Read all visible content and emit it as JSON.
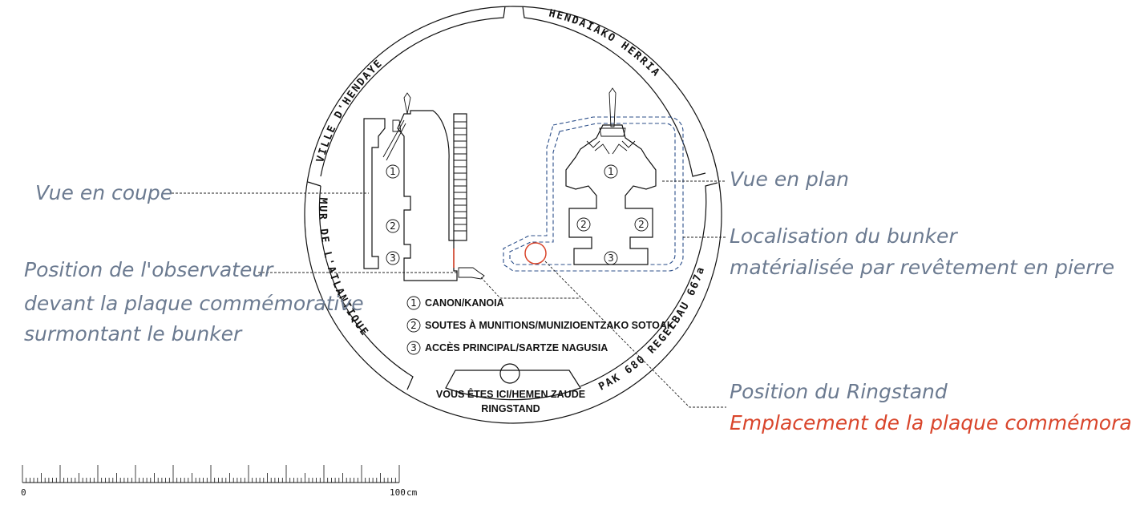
{
  "ring": {
    "top_left": "VILLE D'HENDAYE",
    "top_right": "HENDAIAKO HERRIA",
    "left": "MUR DE L'ATLANTIQUE",
    "right": "PAK 680 REGELBAU 667a"
  },
  "annotations": {
    "vue_coupe": "Vue en coupe",
    "observateur_1": "Position de l'observateur",
    "observateur_2": "devant la plaque commémorative",
    "observateur_3": "surmontant le bunker",
    "vue_plan": "Vue en plan",
    "localisation_1": "Localisation du bunker",
    "localisation_2": "matérialisée par revêtement en pierre",
    "ringstand": "Position du Ringstand",
    "emplacement": "Emplacement de la plaque commémorative"
  },
  "legend": [
    {
      "num": "1",
      "text": "CANON/KANOIA"
    },
    {
      "num": "2",
      "text": "SOUTES À MUNITIONS/MUNIZIOENTZAKO SOTOAK"
    },
    {
      "num": "3",
      "text": "ACCÈS PRINCIPAL/SARTZE NAGUSIA"
    }
  ],
  "here": {
    "line1": "VOUS ÊTES ICI/HEMEN ZAUDE",
    "line2": "RINGSTAND"
  },
  "section_numbers": [
    "1",
    "2",
    "3"
  ],
  "plan_numbers": [
    "1",
    "2",
    "2",
    "3"
  ],
  "scale": {
    "start": "0",
    "end": "100",
    "unit": "cm"
  },
  "colors": {
    "note": "#6b7a90",
    "note_red": "#d9452b",
    "plan_outline": "#2c4f8a"
  }
}
